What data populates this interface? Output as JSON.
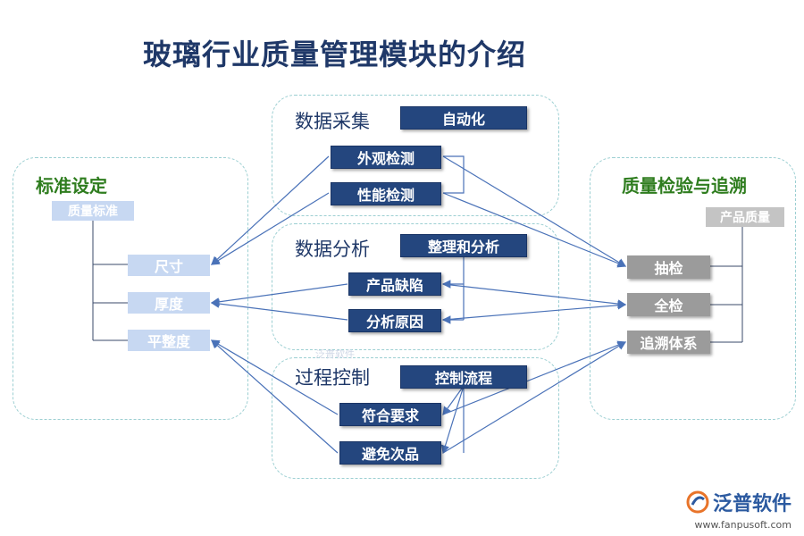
{
  "title": "玻璃行业质量管理模块的介绍",
  "left": {
    "title": "标准设定",
    "header": "质量标准",
    "items": [
      "尺寸",
      "厚度",
      "平整度"
    ]
  },
  "right": {
    "title": "质量检验与追溯",
    "header": "产品质量",
    "items": [
      "抽检",
      "全检",
      "追溯体系"
    ]
  },
  "sections": [
    {
      "title": "数据采集",
      "tag": "自动化",
      "items": [
        "外观检测",
        "性能检测"
      ]
    },
    {
      "title": "数据分析",
      "tag": "整理和分析",
      "items": [
        "产品缺陷",
        "分析原因"
      ]
    },
    {
      "title": "过程控制",
      "tag": "控制流程",
      "items": [
        "符合要求",
        "避免次品"
      ]
    }
  ],
  "colors": {
    "navy": "#24467e",
    "title": "#1f3868",
    "green": "#2f7d1f",
    "line": "#4a72b8"
  },
  "watermark": "泛普软件",
  "logo": {
    "text": "泛普软件",
    "url": "www.fanpusoft.com"
  }
}
